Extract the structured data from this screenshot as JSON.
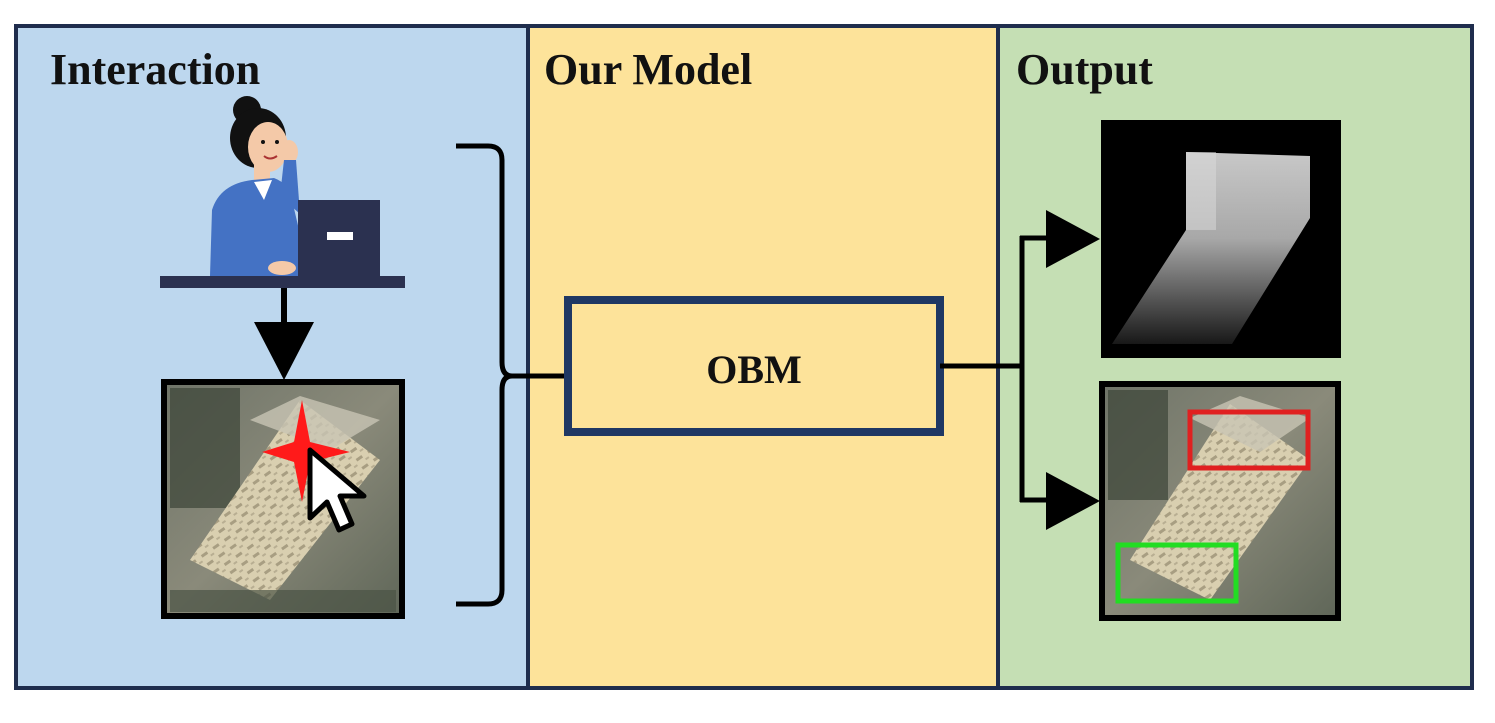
{
  "colors": {
    "frame": "#1f2d4d",
    "interaction_bg": "#bdd7ee",
    "model_bg": "#fde39a",
    "output_bg": "#c5dfb4",
    "box_border": "#1f3864",
    "person_shirt": "#4472c4",
    "laptop": "#2b3150",
    "click_star": "#ff1a1a",
    "bbox_red": "#e02020",
    "bbox_green": "#22dd22"
  },
  "panels": {
    "interaction": {
      "title": "Interaction"
    },
    "model": {
      "title": "Our Model"
    },
    "output": {
      "title": "Output"
    }
  },
  "model_box": {
    "label": "OBM"
  },
  "icons": [
    "user-at-laptop-icon",
    "click-star-icon",
    "mouse-cursor-icon",
    "arrow-down-icon",
    "right-arrow-icon"
  ]
}
